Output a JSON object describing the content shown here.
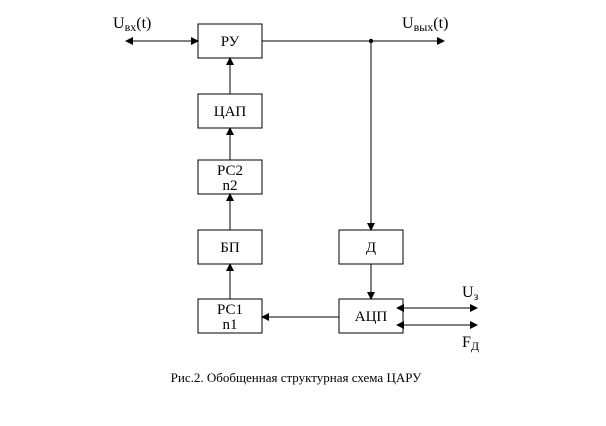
{
  "blocks": {
    "ru": {
      "lines": [
        "РУ"
      ]
    },
    "cap": {
      "lines": [
        "ЦАП"
      ]
    },
    "rs2": {
      "lines": [
        "РС2",
        "n2"
      ]
    },
    "bp": {
      "lines": [
        "БП"
      ]
    },
    "rs1": {
      "lines": [
        "РС1",
        "n1"
      ]
    },
    "d": {
      "lines": [
        "Д"
      ]
    },
    "acp": {
      "lines": [
        "АЦП"
      ]
    }
  },
  "signals": {
    "input": {
      "main": "U",
      "sub": "вх",
      "arg": "(t)"
    },
    "output": {
      "main": "U",
      "sub": "вых",
      "arg": "(t)"
    },
    "uz": {
      "main": "U",
      "sub": "з"
    },
    "fd": {
      "main": "F",
      "sub": "Д"
    }
  },
  "caption": "Рис.2. Обобщенная структурная схема ЦАРУ"
}
